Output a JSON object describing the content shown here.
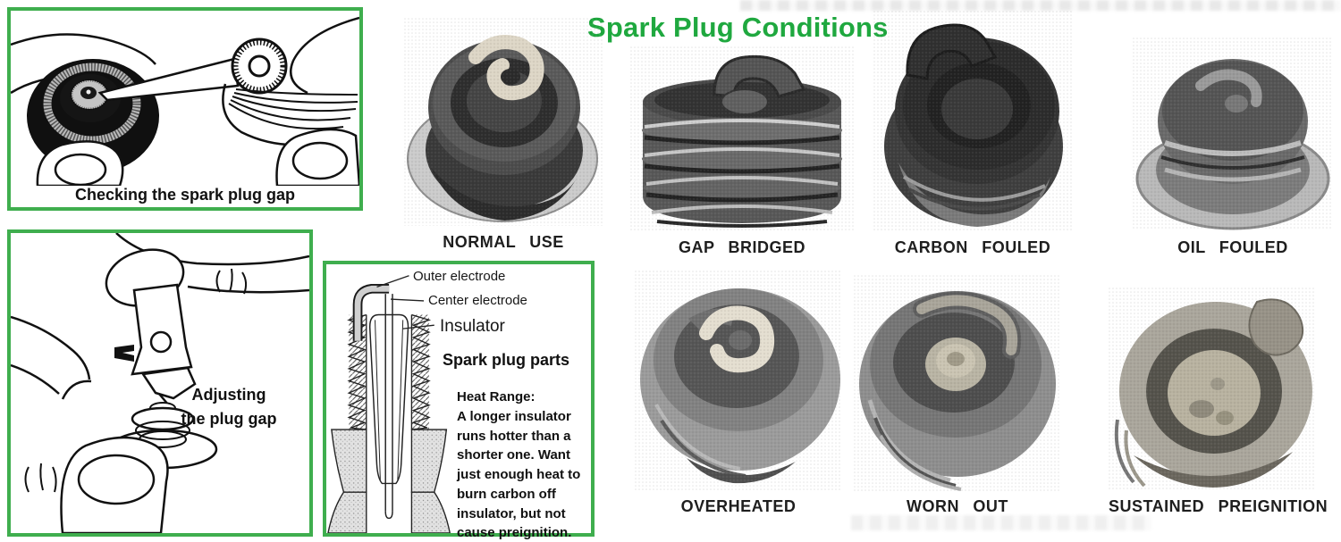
{
  "title": "Spark Plug Conditions",
  "colors": {
    "title_green": "#1fa83f",
    "panel_border_green": "#3fae4e"
  },
  "panels": {
    "checking": {
      "caption": "Checking the spark plug gap"
    },
    "adjusting": {
      "caption_line1": "Adjusting",
      "caption_line2": "the plug gap"
    },
    "parts": {
      "label_outer_electrode": "Outer electrode",
      "label_center_electrode": "Center electrode",
      "label_insulator": "Insulator",
      "heading": "Spark plug parts",
      "heat_range_title": "Heat Range:",
      "heat_range_body": "A longer insulator runs hotter than a shorter one. Want just enough heat to burn carbon off insulator, but not cause preignition."
    }
  },
  "conditions": [
    {
      "id": "normal-use",
      "label": "NORMAL USE"
    },
    {
      "id": "gap-bridged",
      "label": "GAP BRIDGED"
    },
    {
      "id": "carbon-fouled",
      "label": "CARBON FOULED"
    },
    {
      "id": "oil-fouled",
      "label": "OIL FOULED"
    },
    {
      "id": "overheated",
      "label": "OVERHEATED"
    },
    {
      "id": "worn-out",
      "label": "WORN OUT"
    },
    {
      "id": "sustained-preignition",
      "label": "SUSTAINED PREIGNITION"
    }
  ]
}
